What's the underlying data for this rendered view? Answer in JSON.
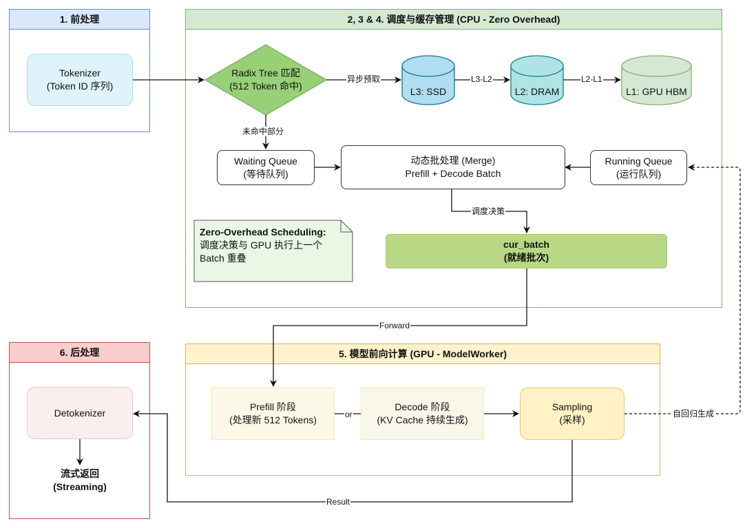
{
  "containers": {
    "preprocess": {
      "title": "1. 前处理",
      "fill": "#dae8fc",
      "stroke": "#6c8ebf"
    },
    "scheduler": {
      "title": "2, 3 & 4. 调度与缓存管理 (CPU - Zero Overhead)",
      "fill": "#d5e8d4",
      "stroke": "#82b366"
    },
    "postprocess": {
      "title": "6. 后处理",
      "fill": "#f8cecc",
      "stroke": "#b85450"
    },
    "model": {
      "title": "5. 模型前向计算 (GPU - ModelWorker)",
      "fill": "#fff2cc",
      "stroke": "#d6b656"
    }
  },
  "nodes": {
    "tokenizer": {
      "line1": "Tokenizer",
      "line2": "(Token ID 序列)"
    },
    "radix": {
      "line1": "Radix Tree 匹配",
      "line2": "(512 Token 命中)"
    },
    "l3": {
      "label": "L3: SSD"
    },
    "l2": {
      "label": "L2: DRAM"
    },
    "l1": {
      "label": "L1: GPU HBM"
    },
    "waiting": {
      "line1": "Waiting Queue",
      "line2": "(等待队列)"
    },
    "merge": {
      "line1": "动态批处理 (Merge)",
      "line2": "Prefill + Decode Batch"
    },
    "running": {
      "line1": "Running Queue",
      "line2": "(运行队列)"
    },
    "note": {
      "title": "Zero-Overhead Scheduling:",
      "body": "调度决策与 GPU 执行上一个 Batch 重叠"
    },
    "cur_batch": {
      "line1": "cur_batch",
      "line2": "(就绪批次)"
    },
    "prefill": {
      "line1": "Prefill 阶段",
      "line2": "(处理新 512 Tokens)"
    },
    "decode": {
      "line1": "Decode 阶段",
      "line2": "(KV Cache 持续生成)"
    },
    "sampling": {
      "line1": "Sampling",
      "line2": "(采样)"
    },
    "detokenizer": {
      "line1": "Detokenizer"
    },
    "streaming": {
      "line1": "流式返回",
      "line2": "(Streaming)"
    }
  },
  "edges": {
    "prefetch": "异步预取",
    "l3_l2": "L3-L2",
    "l2_l1": "L2-L1",
    "miss": "未命中部分",
    "decision": "调度决策",
    "forward": "Forward",
    "or": "or",
    "autoregressive": "自回归生成",
    "result": "Result"
  }
}
